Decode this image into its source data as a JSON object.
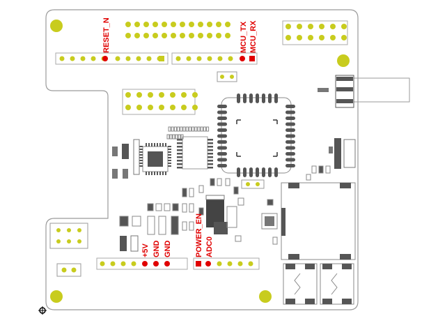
{
  "labels": {
    "reset_n": "RESET_N",
    "mcu_tx": "MCU_TX",
    "mcu_rx": "MCU_RX",
    "plus_5v": "+5V",
    "gnd_1": "GND",
    "gnd_2": "GND",
    "power_en": "POWER_EN",
    "adc0": "ADC0"
  },
  "colors": {
    "pad": "#c8cc1e",
    "pad_dark": "#7a7a00",
    "signal": "#e00000",
    "outline": "#888888",
    "component": "#555555",
    "silk": "#b0b0b0"
  },
  "icons": {
    "origin": "crosshair-icon"
  }
}
